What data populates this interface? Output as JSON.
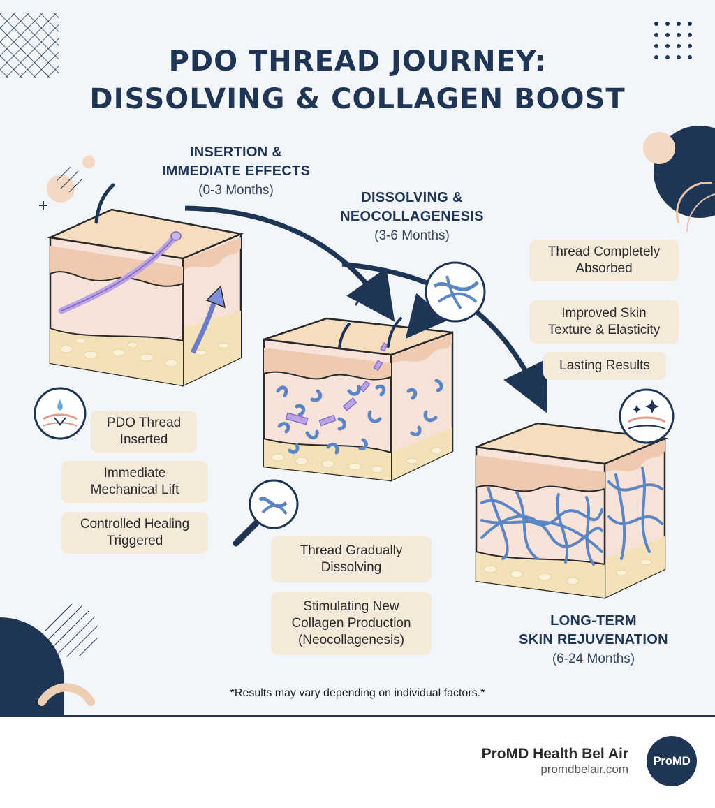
{
  "title": {
    "line1": "PDO THREAD JOURNEY:",
    "line2": "DISSOLVING & COLLAGEN BOOST"
  },
  "stages": [
    {
      "heading_line1": "INSERTION &",
      "heading_line2": "IMMEDIATE EFFECTS",
      "period": "(0-3 Months)",
      "notes": [
        "PDO Thread\nInserted",
        "Immediate\nMechanical Lift",
        "Controlled Healing\nTriggered"
      ]
    },
    {
      "heading_line1": "DISSOLVING &",
      "heading_line2": "NEOCOLLAGENESIS",
      "period": "(3-6 Months)",
      "notes": [
        "Thread Gradually\nDissolving",
        "Stimulating New\nCollagen Production\n(Neocollagenesis)"
      ]
    },
    {
      "heading_line1": "LONG-TERM",
      "heading_line2": "SKIN REJUVENATION",
      "period": "(6-24 Months)",
      "notes": [
        "Thread Completely\nAbsorbed",
        "Improved Skin\nTexture & Elasticity",
        "Lasting Results"
      ]
    }
  ],
  "disclaimer": "*Results may vary depending on individual factors.*",
  "footer": {
    "brand_name": "ProMD Health Bel Air",
    "brand_url": "promdbelair.com",
    "logo_text": "ProMD"
  },
  "colors": {
    "navy": "#1e3556",
    "note_bg": "#f5ead9",
    "skin_top": "#f6ddbe",
    "dermis": "#f7e3d9",
    "fat": "#f3e2b8",
    "thread_purple": "#b9a3e3",
    "collagen_blue": "#5b86c6",
    "accent_peach": "#f3d9c4"
  }
}
